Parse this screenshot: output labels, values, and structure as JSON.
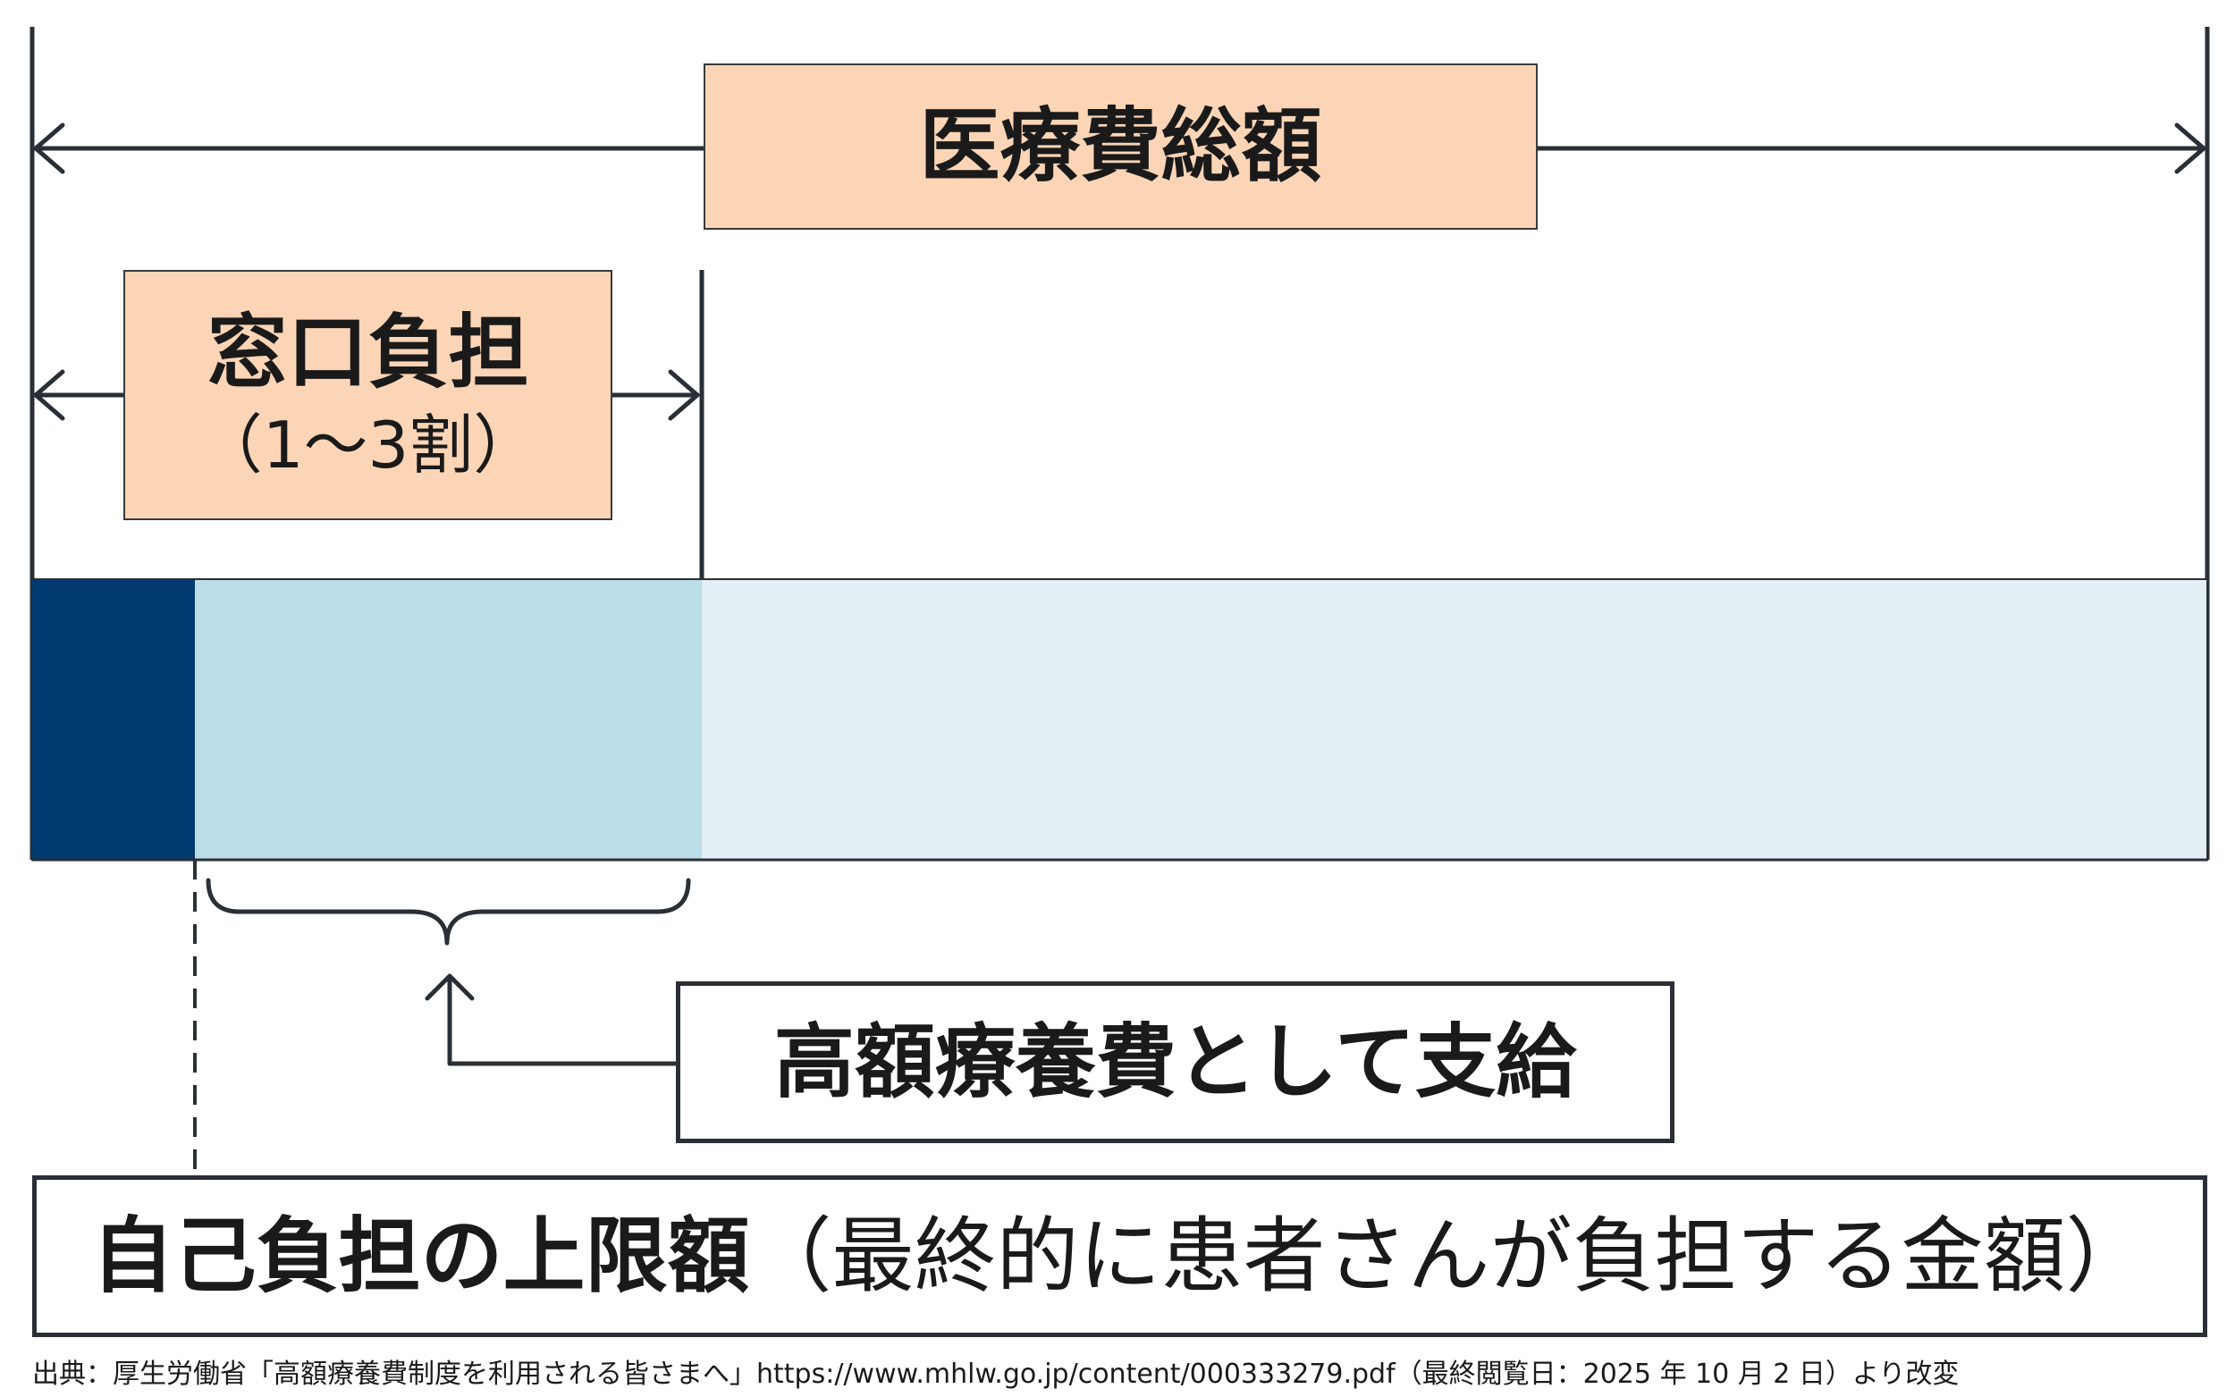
{
  "labels": {
    "total": "医療費総額",
    "window_title": "窓口負担",
    "window_sub": "（1～3割）",
    "refund": "高額療養費として支給",
    "limit_bold": "自己負担の上限額",
    "limit_note": "（最終的に患者さんが負担する金額）"
  },
  "source": "出典：厚生労働省「高額療養費制度を利用される皆さまへ」https://www.mhlw.go.jp/content/000333279.pdf（最終閲覧日：2025 年 10 月 2 日）より改変",
  "colors": {
    "self_pay_limit": "#003a70",
    "refund_portion": "#badde8",
    "insurance_portion": "#e3eff5",
    "label_fill": "#fcd5b6",
    "lines": "#2a2f36"
  }
}
